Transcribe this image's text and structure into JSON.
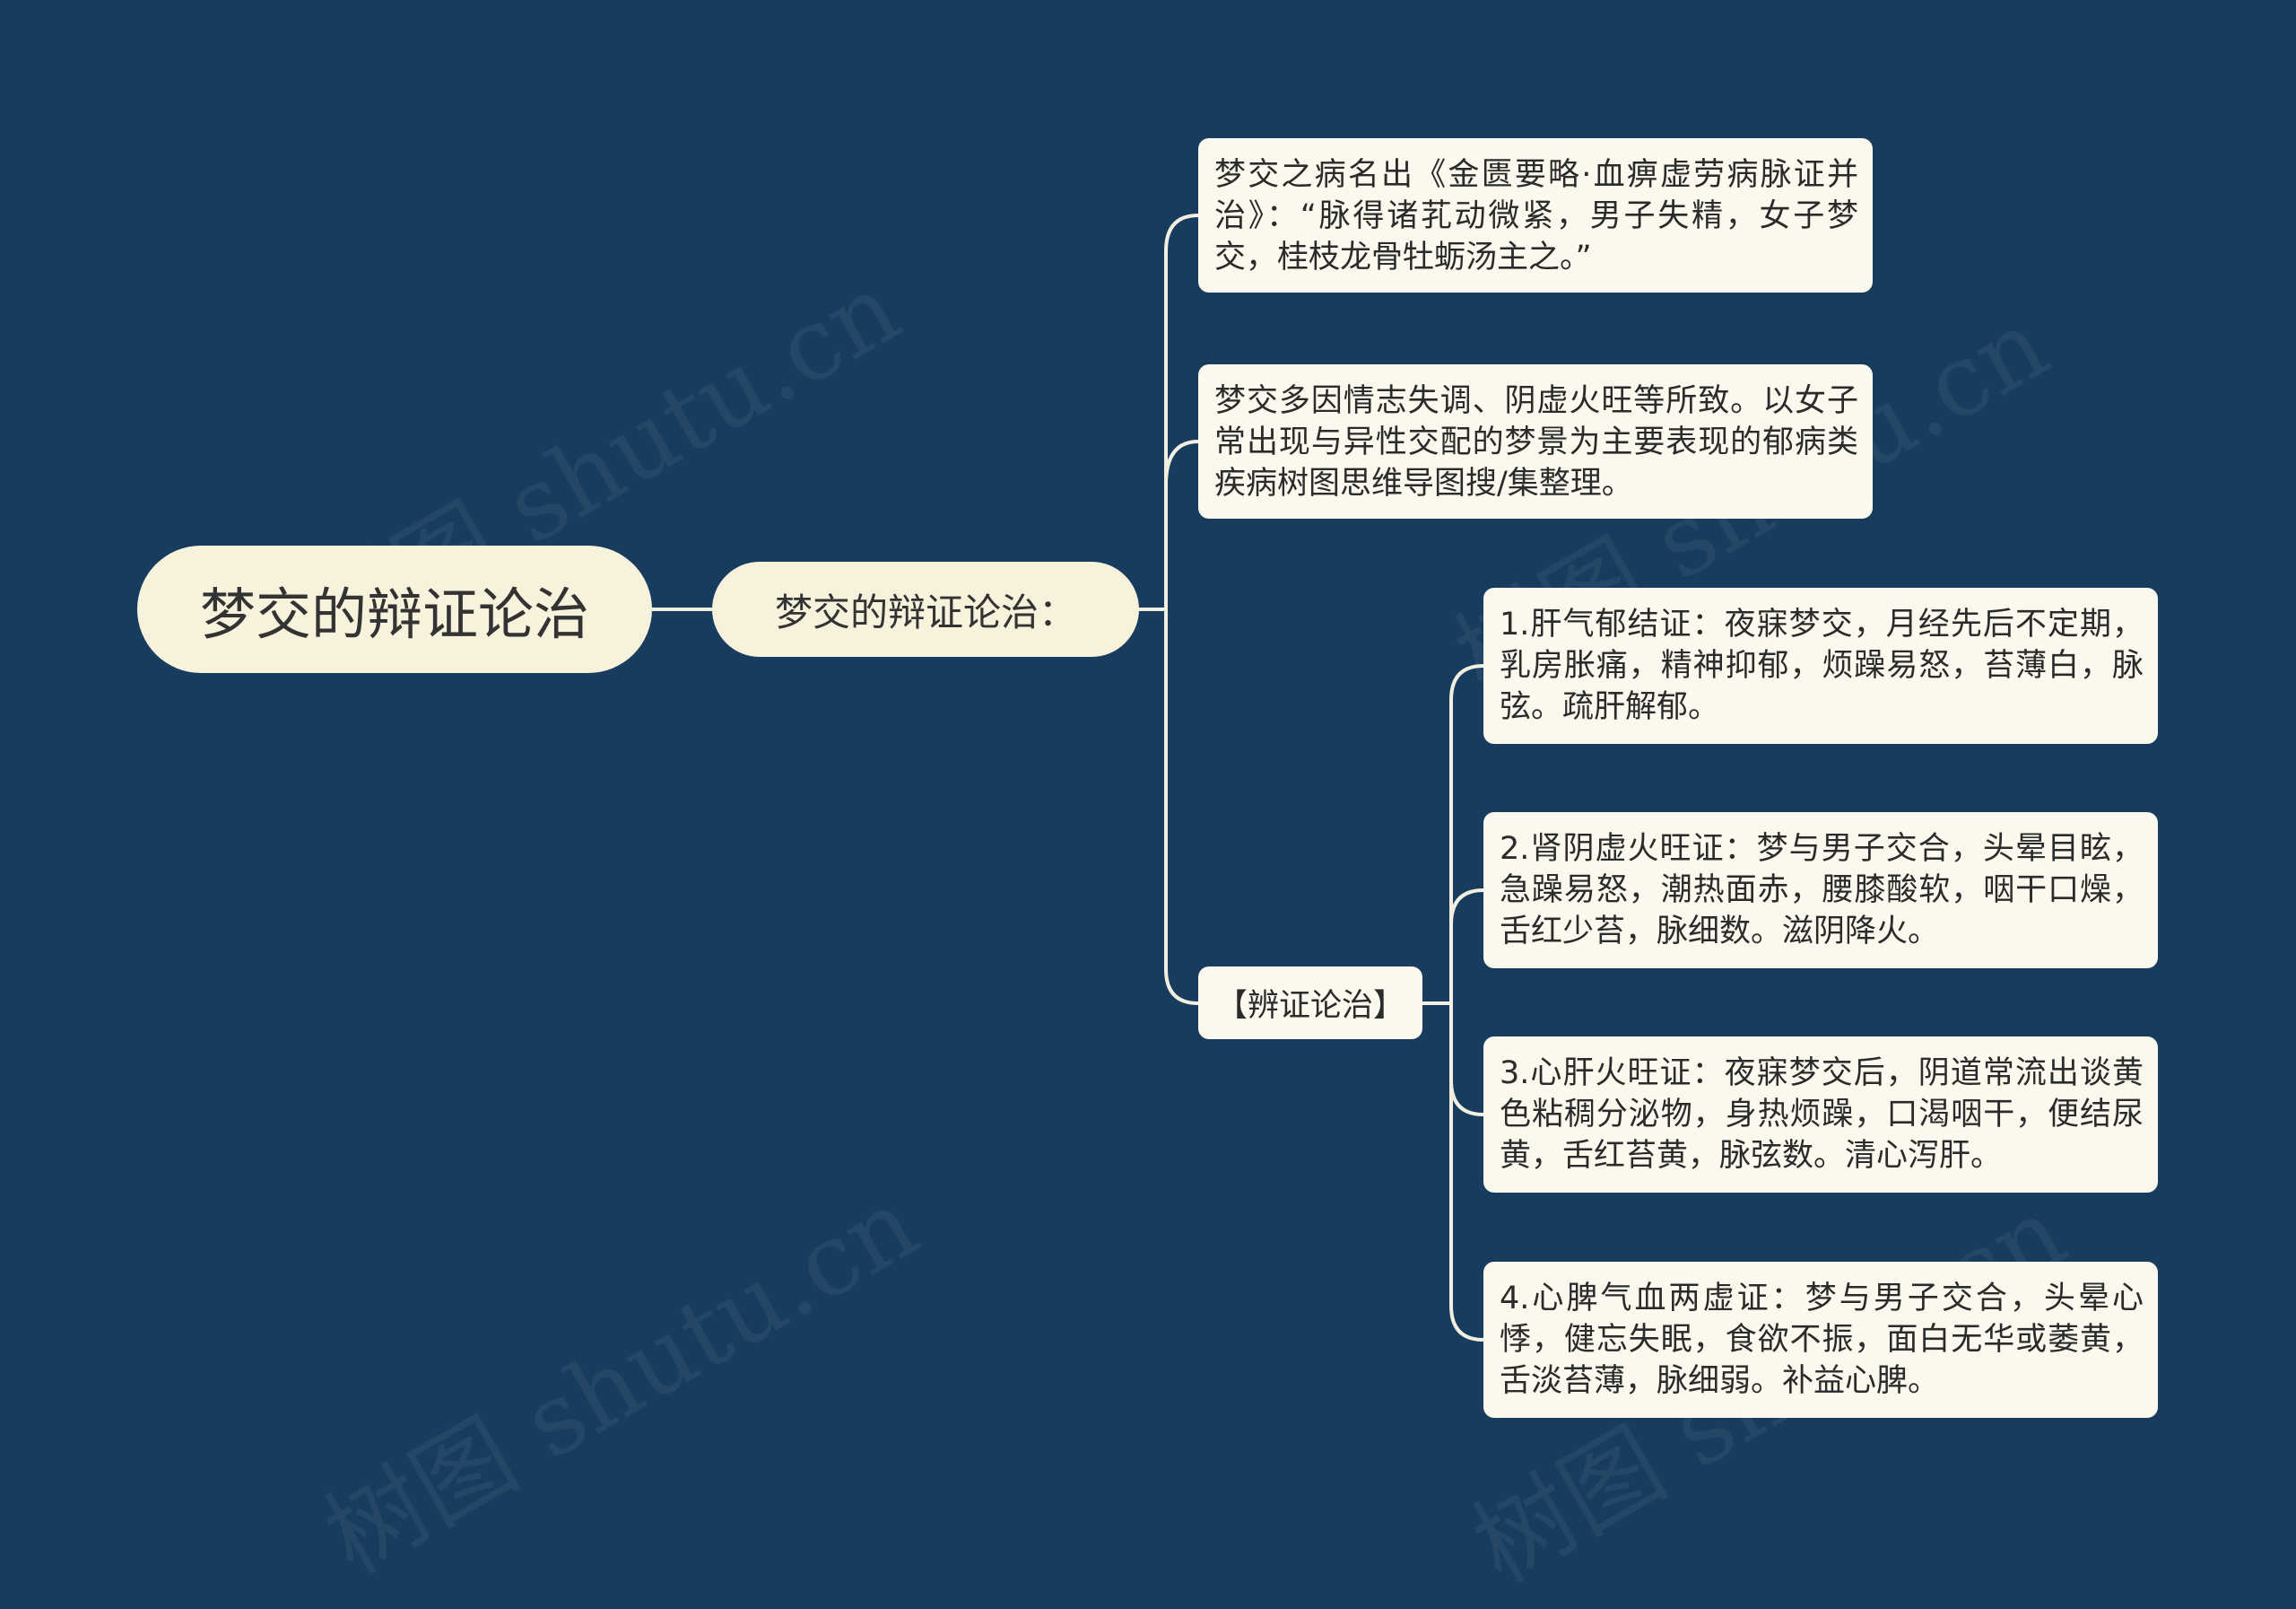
{
  "root": {
    "label": "梦交的辩证论治"
  },
  "branch": {
    "label": "梦交的辩证论治："
  },
  "notes": [
    {
      "text": "梦交之病名出《金匮要略·血痹虚劳病脉证并治》：“脉得诸芤动微紧，男子失精，女子梦交，桂枝龙骨牡蛎汤主之。”"
    },
    {
      "text": "梦交多因情志失调、阴虚火旺等所致。以女子常出现与异性交配的梦景为主要表现的郁病类疾病树图思维导图搜/集整理。"
    }
  ],
  "section": {
    "label": "【辨证论治】",
    "items": [
      {
        "text": "1.肝气郁结证：夜寐梦交，月经先后不定期，乳房胀痛，精神抑郁，烦躁易怒，苔薄白，脉弦。疏肝解郁。"
      },
      {
        "text": "2.肾阴虚火旺证：梦与男子交合，头晕目眩，急躁易怒，潮热面赤，腰膝酸软，咽干口燥，舌红少苔，脉细数。滋阴降火。"
      },
      {
        "text": "3.心肝火旺证：夜寐梦交后，阴道常流出谈黄色粘稠分泌物，身热烦躁，口渴咽干，便结尿黄，舌红苔黄，脉弦数。清心泻肝。"
      },
      {
        "text": "4.心脾气血两虚证：梦与男子交合，头晕心悸，健忘失眠，食欲不振，面白无华或萎黄，舌淡苔薄，脉细弱。补益心脾。"
      }
    ]
  },
  "watermark": {
    "text": "树图 shutu.cn"
  },
  "colors": {
    "background": "#173c5e",
    "node_fill": "#fbf9ee",
    "root_fill": "#f7f2dc",
    "connector": "#f2efe0"
  }
}
